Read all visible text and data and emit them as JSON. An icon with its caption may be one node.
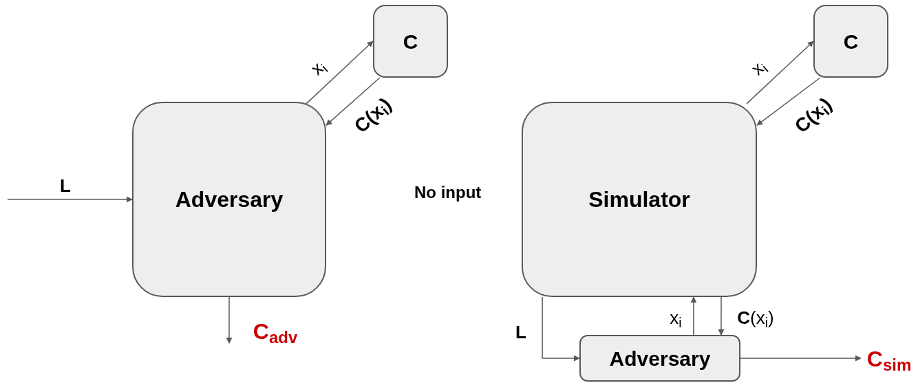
{
  "diagram": {
    "nodes": [
      {
        "text": [
          "Adversary"
        ]
      },
      {
        "text": [
          "C"
        ]
      },
      {
        "text": [
          "Simulator"
        ]
      },
      {
        "text": [
          "C"
        ]
      },
      {
        "text": [
          "Adversary"
        ]
      }
    ],
    "edges": [
      {
        "from": null,
        "to": 0,
        "arrow": "to",
        "label": "L"
      },
      {
        "from": 0,
        "to": 1,
        "arrow": "to",
        "label": "x$_{i}$"
      },
      {
        "from": 1,
        "to": 0,
        "arrow": "to",
        "label": "C(x$_{i}$)"
      },
      {
        "from": 0,
        "to": null,
        "arrow": "to",
        "label": "C$_{adv}$"
      },
      {
        "from": 2,
        "to": 3,
        "arrow": "to",
        "label": "x$_{i}$"
      },
      {
        "from": 3,
        "to": 2,
        "arrow": "to",
        "label": "C(x$_{i}$)"
      },
      {
        "from": 2,
        "to": 4,
        "arrow": "to",
        "label": "L"
      },
      {
        "from": 4,
        "to": 2,
        "arrow": "to",
        "label": "x$_{i}$"
      },
      {
        "from": 2,
        "to": 4,
        "arrow": "to",
        "label": "**C**(x$_{i}$)"
      },
      {
        "from": 4,
        "to": null,
        "arrow": "to",
        "label": "C$_{sim}$"
      }
    ],
    "labels": [
      "No input"
    ]
  }
}
